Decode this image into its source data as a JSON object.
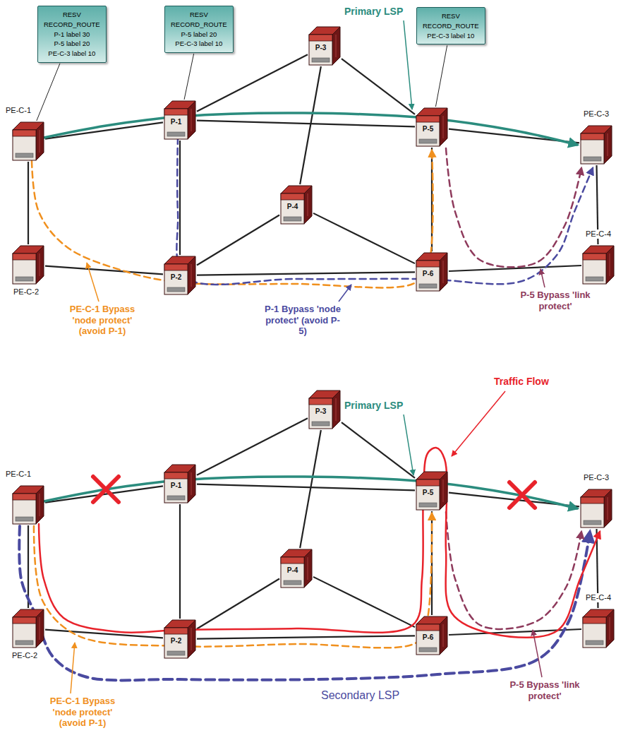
{
  "diagram": {
    "nodes": [
      {
        "text": [
          "RESV",
          "RECORD_ROUTE",
          "P-1 label 30",
          "P-5 label 20",
          "PE-C-3 label 10"
        ]
      },
      {
        "text": [
          "RESV",
          "RECORD_ROUTE",
          "P-5 label 20",
          "PE-C-3 label 10"
        ]
      },
      {
        "text": [
          "P-3"
        ]
      },
      {
        "text": [
          "RESV",
          "RECORD_ROUTE",
          "PE-C-3 label 10"
        ]
      },
      {
        "text": [
          "PE-C-1"
        ]
      },
      {
        "text": [
          "P-1"
        ]
      },
      {
        "text": [
          "P-5"
        ]
      },
      {
        "text": [
          "PE-C-3"
        ]
      },
      {
        "text": [
          "P-4"
        ]
      },
      {
        "text": [
          "PE-C-2"
        ]
      },
      {
        "text": [
          "P-2"
        ]
      },
      {
        "text": [
          "P-6"
        ]
      },
      {
        "text": [
          "PE-C-4"
        ]
      },
      {
        "text": [
          "P-3"
        ]
      },
      {
        "text": [
          "PE-C-1"
        ]
      },
      {
        "text": [
          "P-1"
        ]
      },
      {
        "text": [
          "P-5"
        ]
      },
      {
        "text": [
          "PE-C-3"
        ]
      },
      {
        "text": [
          "P-4"
        ]
      },
      {
        "text": [
          "PE-C-2"
        ]
      },
      {
        "text": [
          "P-2"
        ]
      },
      {
        "text": [
          "P-6"
        ]
      },
      {
        "text": [
          "PE-C-4"
        ]
      }
    ],
    "edges": [
      {
        "from": 0,
        "to": 4,
        "arrow": "none"
      },
      {
        "from": 1,
        "to": 5,
        "arrow": "none"
      },
      {
        "from": 3,
        "to": 6,
        "arrow": "none"
      },
      {
        "from": 4,
        "to": 5,
        "arrow": "none"
      },
      {
        "from": 4,
        "to": 9,
        "arrow": "none"
      },
      {
        "from": 9,
        "to": 10,
        "arrow": "none"
      },
      {
        "from": 5,
        "to": 2,
        "arrow": "none"
      },
      {
        "from": 5,
        "to": 6,
        "arrow": "none"
      },
      {
        "from": 5,
        "to": 10,
        "arrow": "none"
      },
      {
        "from": 2,
        "to": 6,
        "arrow": "none"
      },
      {
        "from": 2,
        "to": 8,
        "arrow": "none"
      },
      {
        "from": 6,
        "to": 7,
        "arrow": "none"
      },
      {
        "from": 6,
        "to": 11,
        "arrow": "none"
      },
      {
        "from": 8,
        "to": 10,
        "arrow": "none"
      },
      {
        "from": 8,
        "to": 11,
        "arrow": "none"
      },
      {
        "from": 10,
        "to": 11,
        "arrow": "none"
      },
      {
        "from": 11,
        "to": 12,
        "arrow": "none"
      },
      {
        "from": 7,
        "to": 12,
        "arrow": "none"
      },
      {
        "from": 14,
        "to": 15,
        "arrow": "none"
      },
      {
        "from": 14,
        "to": 19,
        "arrow": "none"
      },
      {
        "from": 19,
        "to": 20,
        "arrow": "none"
      },
      {
        "from": 15,
        "to": 13,
        "arrow": "none"
      },
      {
        "from": 15,
        "to": 16,
        "arrow": "none"
      },
      {
        "from": 15,
        "to": 20,
        "arrow": "none"
      },
      {
        "from": 13,
        "to": 16,
        "arrow": "none"
      },
      {
        "from": 13,
        "to": 18,
        "arrow": "none"
      },
      {
        "from": 16,
        "to": 17,
        "arrow": "none"
      },
      {
        "from": 16,
        "to": 21,
        "arrow": "none"
      },
      {
        "from": 18,
        "to": 20,
        "arrow": "none"
      },
      {
        "from": 18,
        "to": 21,
        "arrow": "none"
      },
      {
        "from": 20,
        "to": 21,
        "arrow": "none"
      },
      {
        "from": 21,
        "to": 22,
        "arrow": "none"
      },
      {
        "from": 17,
        "to": 22,
        "arrow": "none"
      }
    ],
    "labels": [
      "Primary LSP",
      "P-5 Bypass 'link protect'",
      "PE-C-1 Bypass 'node protect' (avoid P-1)",
      "P-1 Bypass 'node protect' (avoid P-5)",
      "Primary LSP",
      "Traffic Flow",
      "P-5 Bypass 'link protect'",
      "Secondary LSP",
      "PE-C-1 Bypass 'node protect' (avoid P-1)"
    ]
  }
}
